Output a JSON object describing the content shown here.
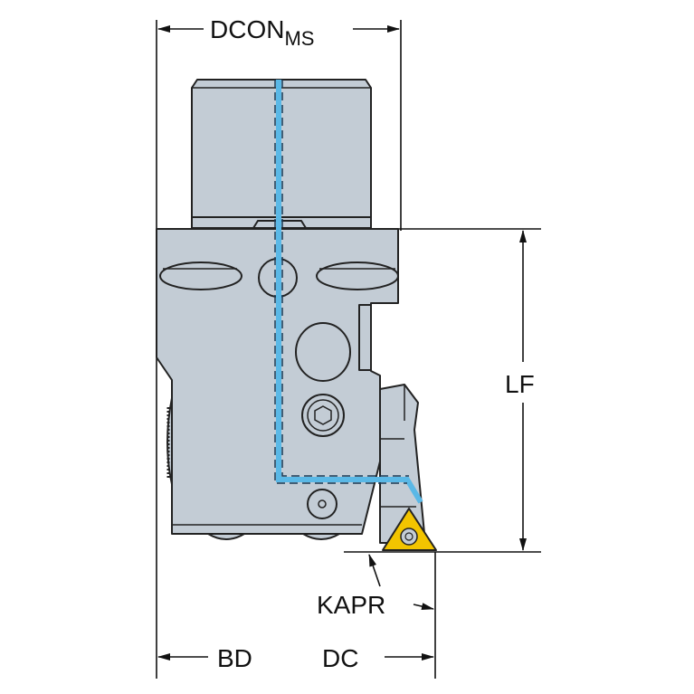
{
  "title": "Boring head tool drawing with dimension labels",
  "dimensions": {
    "dcon_main": "DCON",
    "dcon_sub": "MS",
    "lf": "LF",
    "kapr": "KAPR",
    "bd": "BD",
    "dc": "DC"
  },
  "colors": {
    "body": "#c3ccd5",
    "coolant": "#5ab8e6",
    "insert": "#f2c400",
    "outline": "#222222"
  }
}
